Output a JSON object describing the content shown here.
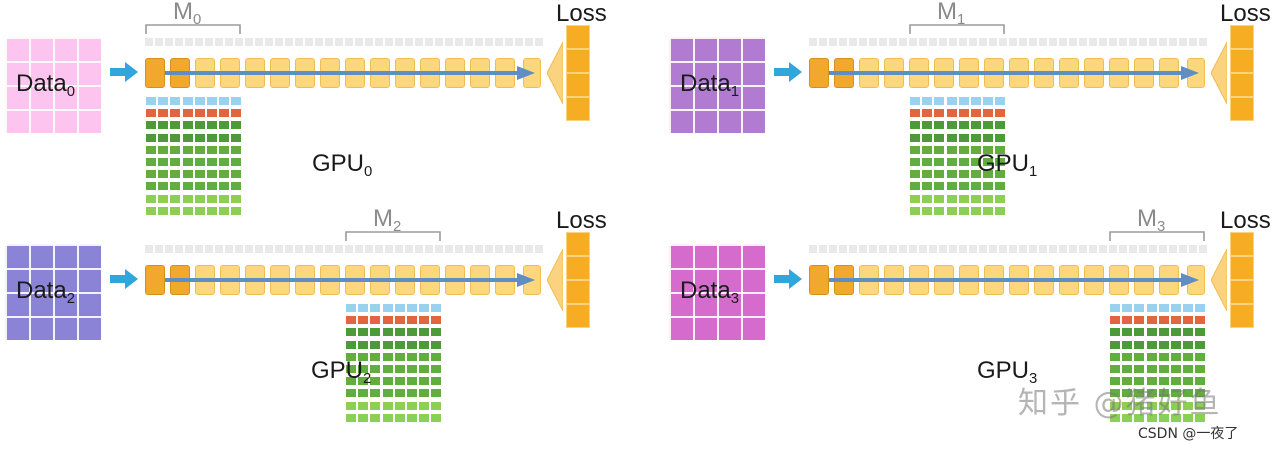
{
  "colors": {
    "dark_layer": "#f0a92d",
    "light_layer": "#fcd77e",
    "flow_arrow": "#5f8fc2",
    "input_arrow": "#2fa6dc",
    "loss": "#f6ad24",
    "mem_blue": "#9ad1ee",
    "mem_red": "#e1663f",
    "mem_green_dark": "#4e9a3a",
    "mem_green_mid": "#62ad3f",
    "mem_green_light": "#8ccf55"
  },
  "loss_label": "Loss",
  "panels": [
    {
      "data_base": "Data",
      "data_sub": "0",
      "gpu_base": "GPU",
      "gpu_sub": "0",
      "m_base": "M",
      "m_sub": "0",
      "shard_index": 0,
      "data_color": "#fdc4f0"
    },
    {
      "data_base": "Data",
      "data_sub": "1",
      "gpu_base": "GPU",
      "gpu_sub": "1",
      "m_base": "M",
      "m_sub": "1",
      "shard_index": 1,
      "data_color": "#b07bd0"
    },
    {
      "data_base": "Data",
      "data_sub": "2",
      "gpu_base": "GPU",
      "gpu_sub": "2",
      "m_base": "M",
      "m_sub": "2",
      "shard_index": 2,
      "data_color": "#8b84d6"
    },
    {
      "data_base": "Data",
      "data_sub": "3",
      "gpu_base": "GPU",
      "gpu_sub": "3",
      "m_base": "M",
      "m_sub": "3",
      "shard_index": 3,
      "data_color": "#d56ccd"
    }
  ],
  "watermark": "知乎 @猪好鱼",
  "credit": "CSDN @一夜了"
}
